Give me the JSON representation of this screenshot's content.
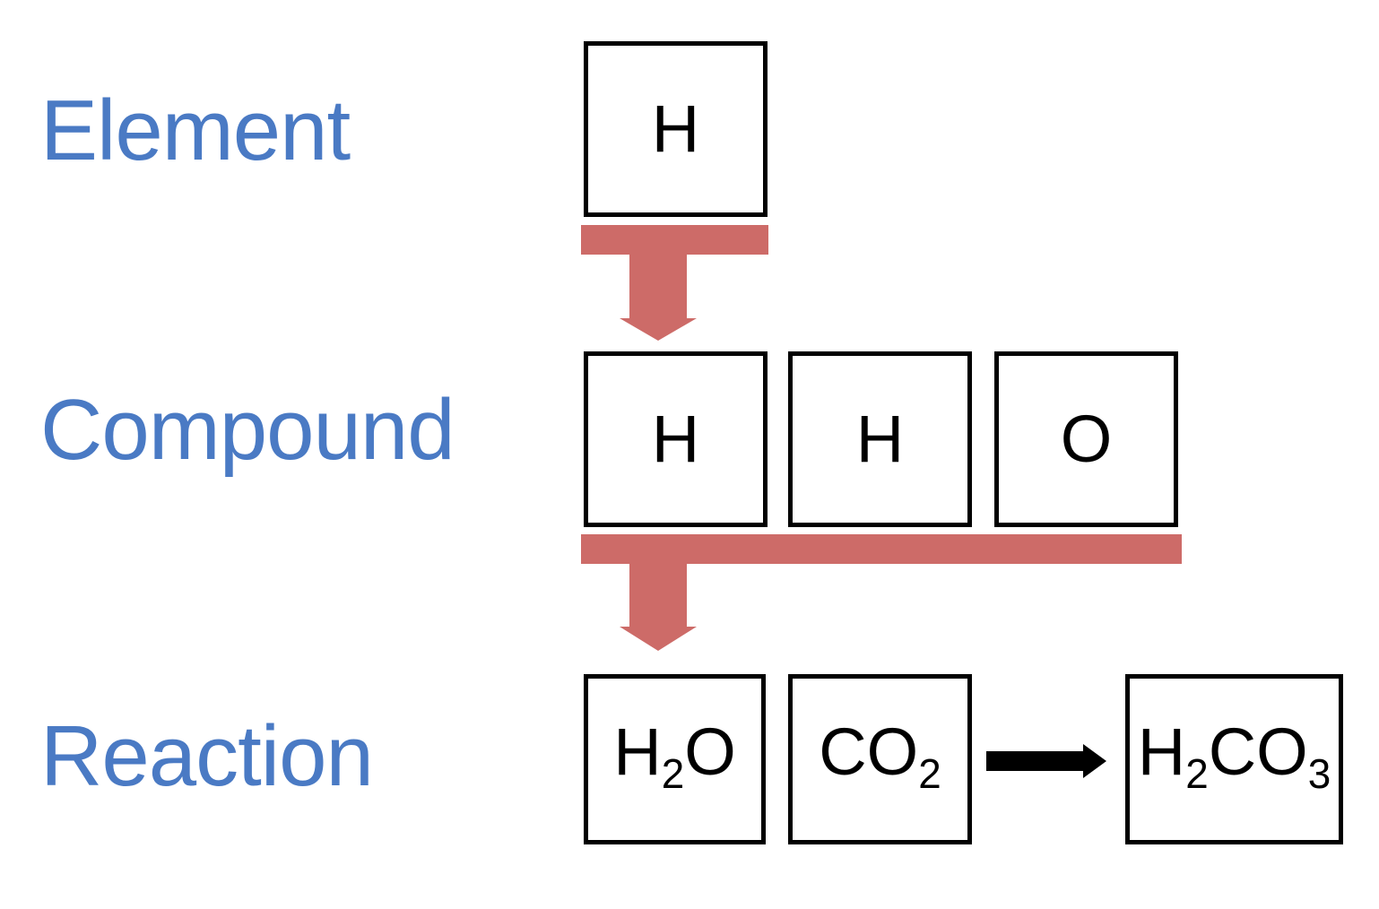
{
  "diagram": {
    "title": "Element to Compound to Reaction hierarchy",
    "background_color": "#ffffff",
    "label_color": "#4a7ac4",
    "flow_arrow_color": "#cd6b68",
    "box_border_color": "#000000",
    "reaction_arrow_color": "#000000"
  },
  "rows": [
    {
      "label": "Element",
      "boxes": [
        {
          "formula": "H",
          "subscript": ""
        }
      ]
    },
    {
      "label": "Compound",
      "boxes": [
        {
          "formula": "H",
          "subscript": ""
        },
        {
          "formula": "H",
          "subscript": ""
        },
        {
          "formula": "O",
          "subscript": ""
        }
      ]
    },
    {
      "label": "Reaction",
      "boxes": [
        {
          "base1": "H",
          "sub1": "2",
          "base2": "O",
          "sub2": ""
        },
        {
          "base1": "CO",
          "sub1": "2",
          "base2": "",
          "sub2": ""
        },
        {
          "base1": "H",
          "sub1": "2",
          "base2": "CO",
          "sub2": "3"
        }
      ]
    }
  ],
  "labels": {
    "element": "Element",
    "compound": "Compound",
    "reaction": "Reaction"
  },
  "atoms": {
    "element_h": "H",
    "compound_h1": "H",
    "compound_h2": "H",
    "compound_o": "O"
  },
  "molecules": {
    "water": {
      "part1": "H",
      "sub1": "2",
      "part2": "O"
    },
    "carbon_dioxide": {
      "part1": "CO",
      "sub1": "2"
    },
    "carbonic_acid": {
      "part1": "H",
      "sub1": "2",
      "part2": "CO",
      "sub2": "3"
    }
  },
  "icons": {
    "flow_arrow_1": "down-arrow-icon",
    "flow_arrow_2": "down-arrow-icon",
    "reaction_arrow": "right-arrow-icon"
  }
}
